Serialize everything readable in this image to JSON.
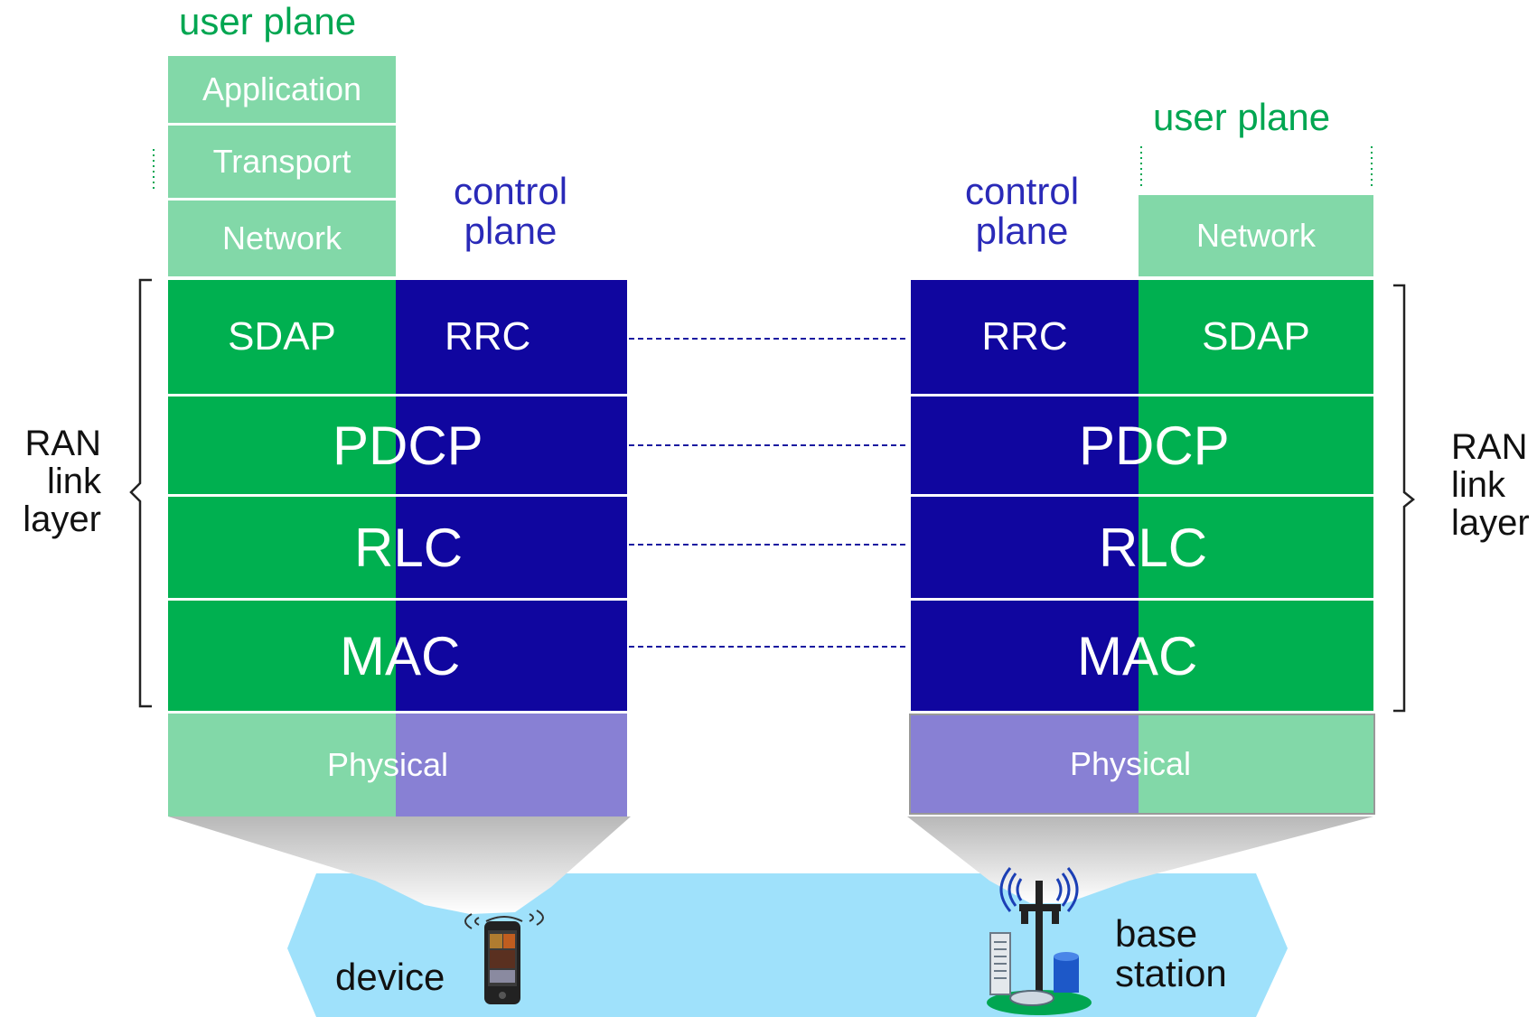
{
  "colors": {
    "user_plane_light": "#82d8a8",
    "user_plane_dark": "#00b050",
    "control_plane_dark": "#10069f",
    "control_plane_light": "#8880d4",
    "radio_medium": "#9fe1fb",
    "label_green": "#00a651",
    "label_blue": "#2a2ab8"
  },
  "device_stack": {
    "user_plane_label": "user plane",
    "control_plane_label": [
      "control",
      "plane"
    ],
    "application": "Application",
    "transport": "Transport",
    "network": "Network",
    "sdap": "SDAP",
    "rrc": "RRC",
    "pdcp": "PDCP",
    "rlc": "RLC",
    "mac": "MAC",
    "physical": "Physical",
    "ran_label": [
      "RAN",
      "link",
      "layer"
    ]
  },
  "base_station_stack": {
    "user_plane_label": "user plane",
    "control_plane_label": [
      "control",
      "plane"
    ],
    "network": "Network",
    "rrc": "RRC",
    "sdap": "SDAP",
    "pdcp": "PDCP",
    "rlc": "RLC",
    "mac": "MAC",
    "physical": "Physical",
    "ran_label": [
      "RAN",
      "link",
      "layer"
    ]
  },
  "bottom": {
    "device_label": "device",
    "base_station_label": [
      "base",
      "station"
    ]
  },
  "icons": [
    "smartphone-icon",
    "base-station-tower-icon",
    "radio-waves-icon"
  ]
}
